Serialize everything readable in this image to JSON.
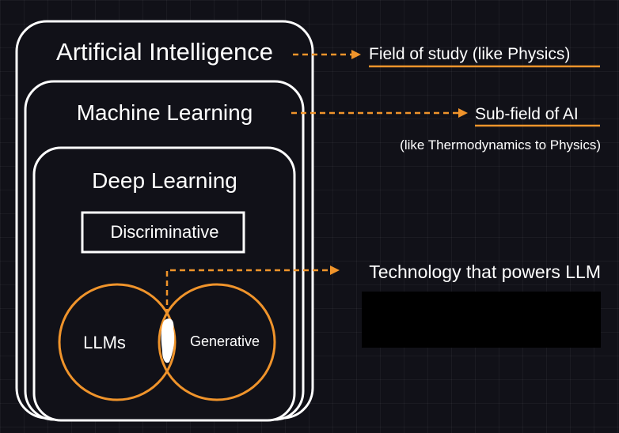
{
  "boxes": {
    "ai": "Artificial Intelligence",
    "ml": "Machine Learning",
    "dl": "Deep Learning",
    "discriminative": "Discriminative"
  },
  "circles": {
    "llms": "LLMs",
    "generative": "Generative"
  },
  "annotations": {
    "ai_note": "Field of study (like Physics)",
    "ml_note": "Sub-field of AI",
    "ml_subnote": "(like Thermodynamics to Physics)",
    "overlap_note": "Technology that  powers LLM"
  },
  "colors": {
    "background": "#111118",
    "box_stroke": "#ffffff",
    "accent": "#f0942b",
    "text": "#ffffff",
    "redaction": "#000000"
  }
}
